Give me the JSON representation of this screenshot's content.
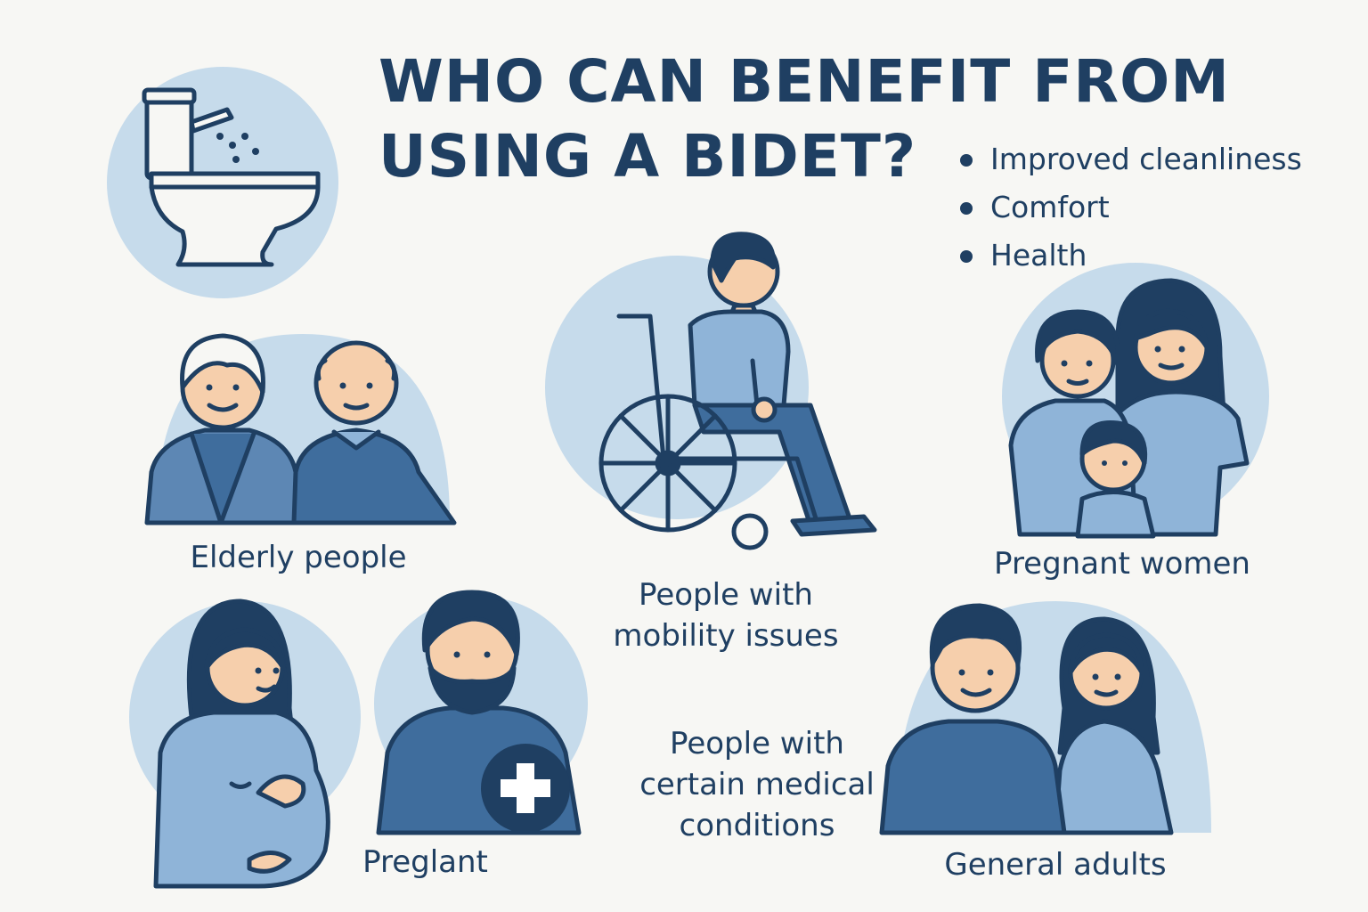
{
  "title": {
    "line1": "WHO CAN BENEFIT FROM",
    "line2": "USING A BIDET?"
  },
  "benefits": [
    "Improved cleanliness",
    "Comfort",
    "Health"
  ],
  "groups": {
    "elderly": "Elderly people",
    "mobility": {
      "line1": "People with",
      "line2": "mobility issues"
    },
    "pregnant_women": "Pregnant women",
    "pregnant_short": "Preglant",
    "medical": {
      "line1": "People with",
      "line2": "certain medical",
      "line3": "conditions"
    },
    "general": "General adults"
  },
  "colors": {
    "navy": "#1f3f62",
    "circle": "#c6dbeb",
    "shirt_light": "#8fb4d8",
    "shirt_dark": "#3f6d9d",
    "skin": "#f6cfac",
    "hair": "#1f3f62",
    "background": "#f7f7f4"
  },
  "icons": [
    "toilet-icon",
    "medical-cross-icon",
    "wheelchair-icon"
  ]
}
